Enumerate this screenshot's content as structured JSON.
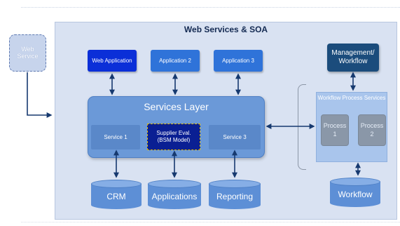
{
  "title": "Web Services & SOA",
  "web_service": "Web Service",
  "applications": {
    "web_application": "Web Application",
    "application_2": "Application 2",
    "application_3": "Application 3"
  },
  "management": {
    "line1": "Management/",
    "line2": "Workflow"
  },
  "services_layer": {
    "title": "Services Layer",
    "service_1": "Service 1",
    "supplier_line1": "Supplier Eval.",
    "supplier_line2": "(BSM Model)",
    "service_3": "Service 3"
  },
  "workflow_process_services": {
    "title": "Workflow Process Services",
    "process_1": {
      "line1": "Process",
      "line2": "1"
    },
    "process_2": {
      "line1": "Process",
      "line2": "2"
    }
  },
  "databases": {
    "crm": "CRM",
    "applications": "Applications",
    "reporting": "Reporting",
    "workflow": "Workflow"
  },
  "colors": {
    "web_application": "#0b2fd8",
    "application": "#2f73d9",
    "management": "#1b4c7c",
    "services_layer": "#6b99d8",
    "supplier": "#0a1f93",
    "database": "#5d8fd6",
    "process": "#8a97a8",
    "arrow": "#16396f"
  }
}
